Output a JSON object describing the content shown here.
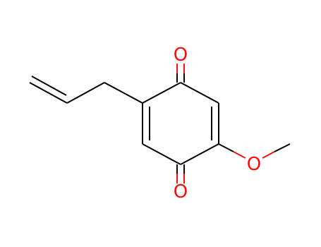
{
  "molecule": {
    "atoms": {
      "o_top": {
        "label": "O",
        "color": "#ff0d0d"
      },
      "o_bottom": {
        "label": "O",
        "color": "#ff0d0d"
      },
      "o_methoxy": {
        "label": "O",
        "color": "#ff0d0d"
      }
    },
    "bond_color": "#000000",
    "heteroatom_color": "#ff0d0d"
  }
}
